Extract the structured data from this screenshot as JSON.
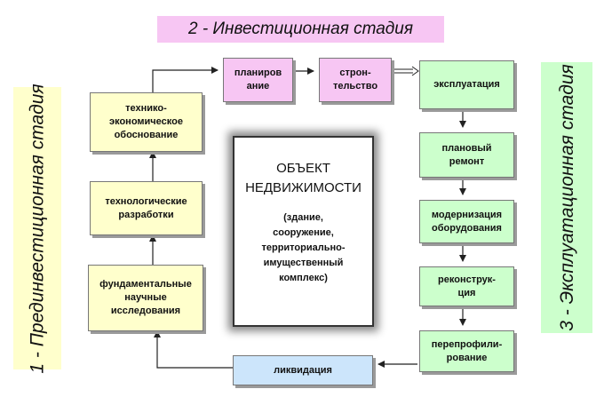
{
  "stages": {
    "pre_investment": "1  -  Прединвестиционная\nстадия",
    "investment": "2 - Инвестиционная стадия",
    "operation": "3  -  Эксплуатационная\nстадия"
  },
  "boxes": {
    "feasibility": "технико-\nэкономическое\nобоснование",
    "tech_development": "технологические\nразработки",
    "fundamental_research": "фундаментальные\nнаучные\nисследования",
    "planning": "планиров\nание",
    "construction": "строн-\nтельство",
    "exploitation": "эксплуатация",
    "scheduled_repair": "плановый\nремонт",
    "modernization": "модернизация\nоборудования",
    "reconstruction": "реконструк-\nция",
    "reprofiling": "перепрофили-\nрование",
    "liquidation": "ликвидация"
  },
  "center": {
    "title": "ОБЪЕКТ\nНЕДВИЖИМОСТИ",
    "subtitle": "(здание,\nсооружение,\nтерриториально-\nимущественный\nкомплекс)"
  },
  "colors": {
    "pre_investment": "#ffffcc",
    "investment": "#f7c6f3",
    "operation": "#ccffcc",
    "liquidation": "#cce5fb"
  }
}
